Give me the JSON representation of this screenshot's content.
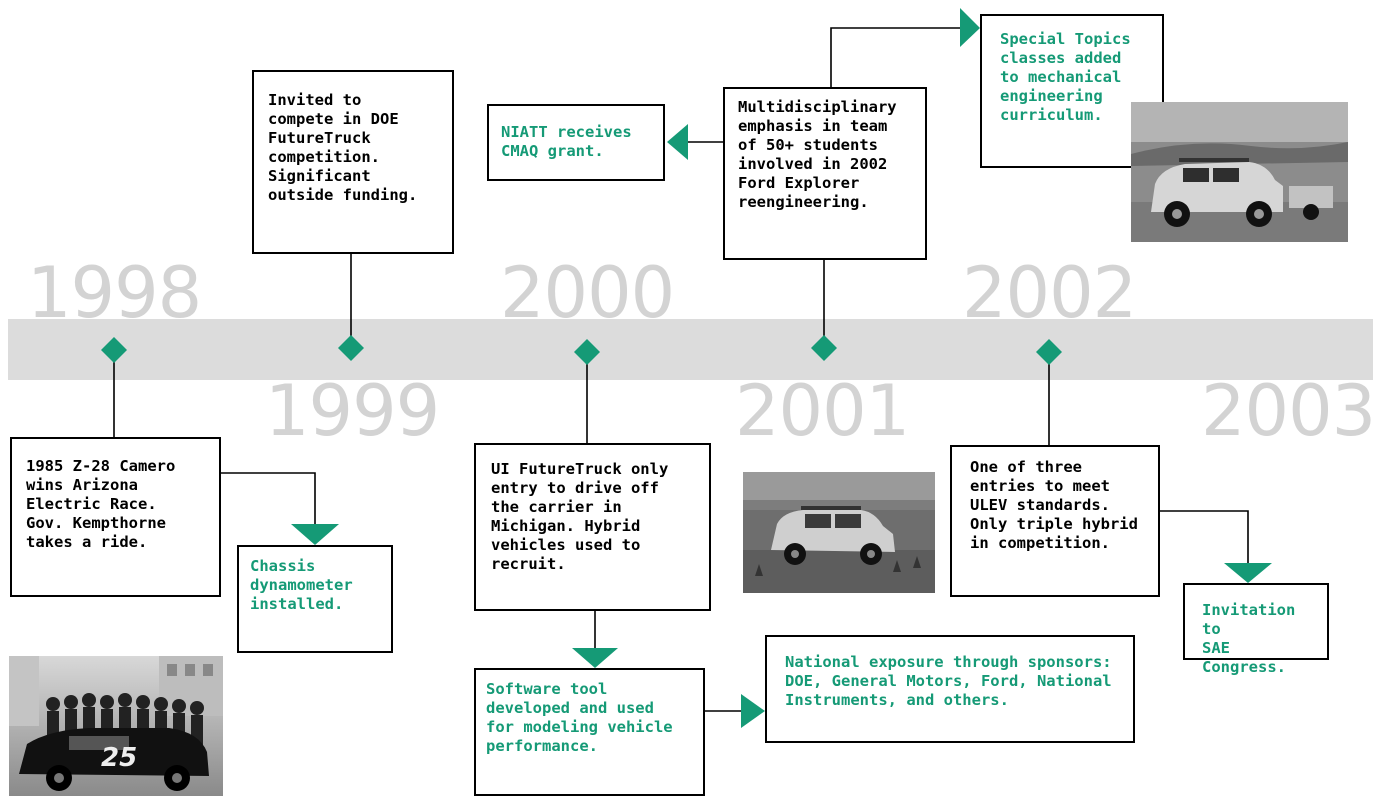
{
  "years": {
    "y1998": "1998",
    "y1999": "1999",
    "y2000": "2000",
    "y2001": "2001",
    "y2002": "2002",
    "y2003": "2003"
  },
  "events": {
    "camaro": "1985 Z-28 Camero\nwins Arizona\nElectric Race.\nGov. Kempthorne\ntakes a ride.",
    "chassis": "Chassis\ndynamometer\ninstalled.",
    "doe_invite": "Invited to\ncompete in DOE\nFutureTruck\ncompetition.\nSignificant\noutside funding.",
    "futuretruck_drive": "UI FutureTruck only\nentry to drive off\nthe carrier in\nMichigan. Hybrid\nvehicles used to\nrecruit.",
    "software_tool": "Software tool\ndeveloped and used\nfor modeling vehicle\nperformance.",
    "niatt_grant": "NIATT receives\nCMAQ grant.",
    "multidisciplinary": "Multidisciplinary\nemphasis in team\nof 50+ students\ninvolved in 2002\nFord Explorer\nreengineering.",
    "special_topics": "Special Topics\nclasses added\nto mechanical\nengineering\ncurriculum.",
    "national_exposure": "National exposure through sponsors:\nDOE, General Motors, Ford, National\nInstruments, and others.",
    "ulev": "One of three\nentries to meet\nULEV standards.\nOnly triple hybrid\nin competition.",
    "sae": "Invitation to\nSAE Congress."
  },
  "photos": {
    "race_car_label": "25"
  },
  "colors": {
    "accent_green": "#159a76",
    "band_gray": "#dcdcdc",
    "year_gray": "#d3d3d3"
  }
}
